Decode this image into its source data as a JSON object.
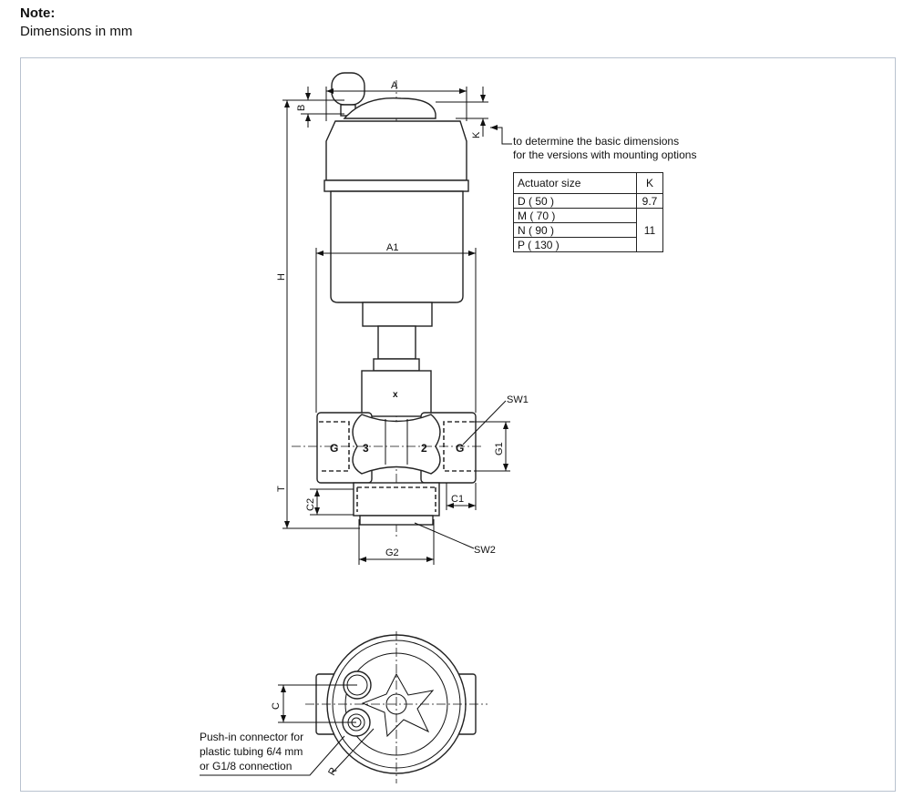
{
  "note": {
    "title": "Note:",
    "text": "Dimensions in mm"
  },
  "labels": {
    "A": "A",
    "A1": "A1",
    "B": "B",
    "K": "K",
    "H": "H",
    "T": "T",
    "G": "G",
    "G1": "G1",
    "G2": "G2",
    "C": "C",
    "C1": "C1",
    "C2": "C2",
    "SW1": "SW1",
    "SW2": "SW2",
    "R": "R",
    "port2": "2",
    "port3": "3",
    "x": "x"
  },
  "mounting_note": [
    "to determine the basic dimensions",
    "for the versions with mounting options"
  ],
  "k_table": {
    "headers": [
      "Actuator size",
      "K"
    ],
    "rows": [
      {
        "size": "D ( 50 )",
        "k": "9.7"
      },
      {
        "size": "M ( 70 )",
        "k": "11"
      },
      {
        "size": "N ( 90 )",
        "k": ""
      },
      {
        "size": "P ( 130 )",
        "k": ""
      }
    ]
  },
  "push_in_note": [
    "Push-in connector for",
    "plastic tubing 6/4 mm",
    "or G1/8 connection"
  ]
}
